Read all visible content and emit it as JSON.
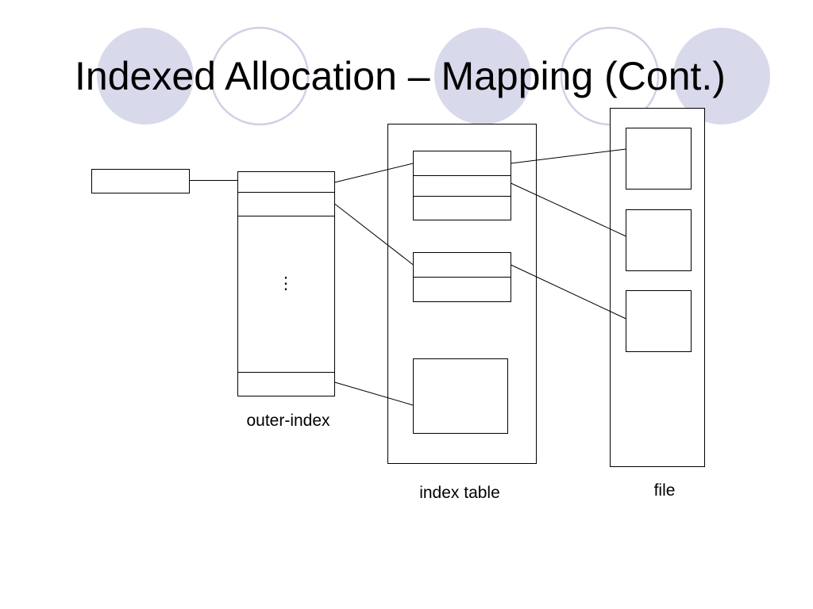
{
  "title": "Indexed Allocation – Mapping (Cont.)",
  "theme": {
    "circle_fill": "#d9d9ec",
    "circle_stroke": "#d0d0e6",
    "line_color": "#000000"
  },
  "diagram": {
    "outer_index_label": "outer-index",
    "index_table_label": "index table",
    "file_label": "file",
    "ellipsis": "⋮"
  }
}
